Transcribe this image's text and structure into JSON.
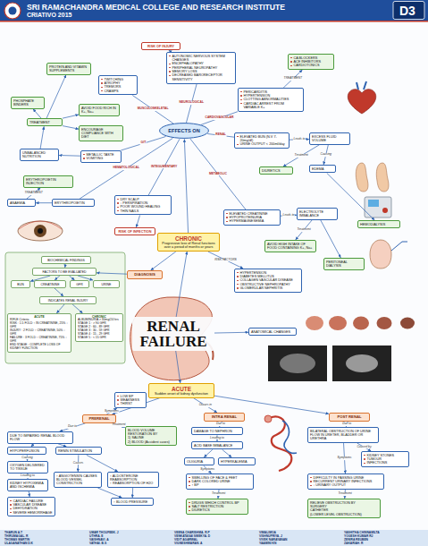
{
  "diagram": {
    "title": "SRI RAMACHANDRA MEDICAL COLLEGE AND RESEARCH INSTITUTE",
    "nodes": [
      {
        "text": [
          "EFFECTS ON"
        ]
      },
      {
        "text": [
          "RISK OF INJURY"
        ]
      },
      {
        "text": [
          "AUTONOMIC NERVOUS SYSTEM CHANGES",
          "ENCEPHALOPATHY",
          "PERIPHERAL NEUROPATHY",
          "MEMORY LOSS",
          "DECREASED BARORECEPTOR SENSITIVITY"
        ]
      },
      {
        "text": [
          "TWITCHING",
          "ATROPHY",
          "TREMORS",
          "CRAMPS"
        ]
      },
      {
        "text": [
          "PROTEIN AND VITAMIN SUPPLEMENTS"
        ]
      },
      {
        "text": [
          "PHOSPHATE BINDERS"
        ]
      },
      {
        "text": [
          "TREATMENT"
        ]
      },
      {
        "text": [
          "AVOID FOOD RICH IN K+, Na+"
        ]
      },
      {
        "text": [
          "ENCOURAGE COMPLIANCE WITH DIET"
        ]
      },
      {
        "text": [
          "UNBALANCED NUTRITION"
        ]
      },
      {
        "text": [
          "METALLIC TASTE",
          "VOMITING"
        ]
      },
      {
        "text": [
          "ERYTHROPOIETIN INJECTION"
        ]
      },
      {
        "text": [
          "ANAEMIA"
        ]
      },
      {
        "text": [
          "ERYTHROPOIETIN"
        ]
      },
      {
        "text": [
          "DRY SCALP",
          "↓ PERSPIRATION",
          "POOR WOUND HEALING",
          "THIN NAILS"
        ]
      },
      {
        "text": [
          "RISK OF INFECTION"
        ]
      },
      {
        "text": [
          "PERICARDITIS",
          "HYPERTENSION",
          "CLOTTING ABNORMALITIES",
          "CARDIAC ARREST FROM VARIABLE K+"
        ]
      },
      {
        "text": [
          "CA BLOCKERS",
          "ACE INHIBITORS",
          "CARDIOTONICS"
        ]
      },
      {
        "text": [
          "ELEVATED BUN (N.V 7-20mg/dl)",
          "URINE OUTPUT < 200ml/day"
        ]
      },
      {
        "text": [
          "EXCESS FLUID VOLUME"
        ]
      },
      {
        "text": [
          "EDEMA"
        ]
      },
      {
        "text": [
          "DIURETICS"
        ]
      },
      {
        "text": [
          "HEMODIALYSIS"
        ]
      },
      {
        "text": [
          "ELEVATED CREATININE",
          "HYPOPROTEINURIA",
          "HYPERMAGNESEMIA"
        ]
      },
      {
        "text": [
          "ELECTROLYTE IMBALANCE"
        ]
      },
      {
        "text": [
          "AVOID HIGH INTAKE OF FOOD CONTAINING K+, Na+"
        ]
      },
      {
        "text": [
          "PERITONEAL DIALYSIS"
        ]
      },
      {
        "text": [
          "CHRONIC",
          "Progressive loss of Renal functions over a period of months or years"
        ]
      },
      {
        "text": [
          "HYPERTENSION",
          "DIABETES MELLITUS",
          "COLLAGEN VASCULAR DISEASE",
          "OBSTRUCTIVE NEPHROPATHY",
          "GLOMERULAR NEPHRITIS"
        ]
      },
      {
        "text": [
          "DIAGNOSIS"
        ]
      },
      {
        "text": [
          "BIOCHEMICAL FINDINGS"
        ]
      },
      {
        "text": [
          "FACTORS TO BE EVALUATED"
        ]
      },
      {
        "text": [
          "BUN"
        ]
      },
      {
        "text": [
          "CREATININE"
        ]
      },
      {
        "text": [
          "GFR"
        ]
      },
      {
        "text": [
          "URINE"
        ]
      },
      {
        "text": [
          "INDICATES RENAL INJURY"
        ]
      },
      {
        "text": [
          "ACUTE",
          "RIFLE Criteria",
          "RISK : 1.5 FOLD ↑ IN CREATININE, 25% ↓ GFR",
          "INJURY : 2 FOLD ↑ CREATININE, 50% ↓ GFR",
          "FAILURE : 3 FOLD ↑ CREATININE, 75% ↓ GFR",
          "END STAGE : COMPLETE LOSS OF KIDNEY FUNCTION"
        ]
      },
      {
        "text": [
          "CHRONIC",
          "ALBUMINURIA > 30mg/24 hrs",
          "STAGE 1 : > 90 GFR",
          "STAGE 2 : 60 - 89 GFR",
          "STAGE 3 : 30 - 59 GFR",
          "STAGE 4 : 15 - 29 GFR",
          "STAGE 5 : < 15 GFR"
        ]
      },
      {
        "text": [
          "RENAL FAILURE"
        ]
      },
      {
        "text": [
          "ANATOMICAL CHANGES"
        ]
      },
      {
        "text": [
          "ACUTE",
          "Sudden onset of kidney dysfunction"
        ]
      },
      {
        "text": [
          "PRERENAL"
        ]
      },
      {
        "text": [
          "LOW BP",
          "WEAKNESS",
          "THIRST"
        ]
      },
      {
        "text": [
          "DUE TO IMPAIRED RENAL BLOOD FLOW"
        ]
      },
      {
        "text": [
          "HYPOPERFUSION"
        ]
      },
      {
        "text": [
          "RENIN STIMULATION"
        ]
      },
      {
        "text": [
          "BLOOD VOLUME RESTORATION BY",
          "1) SALINE",
          "2) BLOOD (Accident cases)"
        ]
      },
      {
        "text": [
          "OXYGEN DELIVERED TO TISSUE"
        ]
      },
      {
        "text": [
          "↑ ANGIOTENSIN CAUSES BLOOD VESSEL CONSTRICTION"
        ]
      },
      {
        "text": [
          "↑ ALDOSTERONE REABSORPTION",
          "↑ REABSORPTION OF H2O"
        ]
      },
      {
        "text": [
          "KIDNEY HYPOXEMIA AND ISCHEMIA"
        ]
      },
      {
        "text": [
          "↑ BLOOD PRESSURE"
        ]
      },
      {
        "text": [
          "CARDIAC FAILURE",
          "VASCULAR DISEASE",
          "DEHYDRATION",
          "SEVERE HEMORRHAGE"
        ]
      },
      {
        "text": [
          "INTRA RENAL"
        ]
      },
      {
        "text": [
          "DAMAGE TO NEPHRON"
        ]
      },
      {
        "text": [
          "ACID BASE IMBALANCE"
        ]
      },
      {
        "text": [
          "OLIGURIA"
        ]
      },
      {
        "text": [
          "HYPERKALEMIA"
        ]
      },
      {
        "text": [
          "SWELLING OF FACE & FEET",
          "DARK COLORED URINE",
          "↑ BP"
        ]
      },
      {
        "text": [
          "DRUGS WHICH CONTROL BP",
          "SALT RESTRICTION",
          "DIURETICS"
        ]
      },
      {
        "text": [
          "POST RENAL"
        ]
      },
      {
        "text": [
          "BILATERAL OBSTRUCTION OF URINE FLOW IN URETER, BLADDER OR URETHRA"
        ]
      },
      {
        "text": [
          "KIDNEY STONES",
          "TUMOUR",
          "INFECTIONS"
        ]
      },
      {
        "text": [
          "DIFFICULTY IN PASSING URINE",
          "RECURRENT URINARY INFECTIONS",
          "↓ URINARY OUTPUT"
        ]
      },
      {
        "text": [
          "RELIEVE OBSTRUCTION BY",
          "SURGERY",
          "CATHETER",
          "(LOWER LEVEL OBSTRUCTION)"
        ]
      }
    ],
    "edges": [
      {
        "from": 0,
        "to": 2,
        "arrow": "none",
        "label": "NEUROLOGICAL"
      },
      {
        "from": 2,
        "to": 1,
        "arrow": "to"
      },
      {
        "from": 0,
        "to": 3,
        "arrow": "none",
        "label": "MUSCULOSKELETAL"
      },
      {
        "from": 0,
        "to": 16,
        "arrow": "none",
        "label": "CARDIOVASCULAR"
      },
      {
        "from": 16,
        "to": 17,
        "arrow": "to",
        "label": "TREATMENT"
      },
      {
        "from": 0,
        "to": 10,
        "arrow": "none",
        "label": "GIT"
      },
      {
        "from": 10,
        "to": 9,
        "arrow": "to"
      },
      {
        "from": 9,
        "to": 6,
        "arrow": "to"
      },
      {
        "from": 6,
        "to": 4,
        "arrow": "to"
      },
      {
        "from": 6,
        "to": 5,
        "arrow": "to"
      },
      {
        "from": 6,
        "to": 7,
        "arrow": "to"
      },
      {
        "from": 6,
        "to": 8,
        "arrow": "to"
      },
      {
        "from": 0,
        "to": 13,
        "arrow": "none",
        "label": "HEMATOLOGICAL"
      },
      {
        "from": 13,
        "to": 12,
        "arrow": "to"
      },
      {
        "from": 12,
        "to": 11,
        "arrow": "to",
        "label": "TREATMENT"
      },
      {
        "from": 0,
        "to": 14,
        "arrow": "none",
        "label": "INTEGUMENTARY"
      },
      {
        "from": 14,
        "to": 15,
        "arrow": "to"
      },
      {
        "from": 0,
        "to": 18,
        "arrow": "none",
        "label": "RENAL"
      },
      {
        "from": 18,
        "to": 19,
        "arrow": "to",
        "label": "Leads to"
      },
      {
        "from": 19,
        "to": 20,
        "arrow": "to",
        "label": "Causing"
      },
      {
        "from": 19,
        "to": 21,
        "arrow": "to",
        "label": "Treatment"
      },
      {
        "from": 20,
        "to": 22,
        "arrow": "to"
      },
      {
        "from": 0,
        "to": 23,
        "arrow": "none",
        "label": "METABOLIC"
      },
      {
        "from": 23,
        "to": 24,
        "arrow": "to",
        "label": "Leads to"
      },
      {
        "from": 24,
        "to": 25,
        "arrow": "to",
        "label": "Treatment"
      },
      {
        "from": 24,
        "to": 26,
        "arrow": "to"
      },
      {
        "from": 27,
        "to": 0,
        "arrow": "to"
      },
      {
        "from": 27,
        "to": 28,
        "arrow": "to",
        "label": "RISK FACTORS"
      },
      {
        "from": 27,
        "to": 29,
        "arrow": "to"
      },
      {
        "from": 29,
        "to": 31,
        "arrow": "to"
      },
      {
        "from": 30,
        "to": 31,
        "arrow": "to"
      },
      {
        "from": 31,
        "to": 32,
        "arrow": "to"
      },
      {
        "from": 31,
        "to": 33,
        "arrow": "to"
      },
      {
        "from": 31,
        "to": 34,
        "arrow": "to"
      },
      {
        "from": 31,
        "to": 35,
        "arrow": "to"
      },
      {
        "from": 33,
        "to": 36,
        "arrow": "to"
      },
      {
        "from": 36,
        "to": 37,
        "arrow": "to"
      },
      {
        "from": 36,
        "to": 38,
        "arrow": "to"
      },
      {
        "from": 39,
        "to": 27,
        "arrow": "to"
      },
      {
        "from": 39,
        "to": 41,
        "arrow": "to"
      },
      {
        "from": 39,
        "to": 40,
        "arrow": "to"
      },
      {
        "from": 41,
        "to": 42,
        "arrow": "to"
      },
      {
        "from": 41,
        "to": 54,
        "arrow": "to",
        "label": "Occurs in"
      },
      {
        "from": 41,
        "to": 61,
        "arrow": "to"
      },
      {
        "from": 42,
        "to": 43,
        "arrow": "to",
        "label": "Symptoms"
      },
      {
        "from": 42,
        "to": 44,
        "arrow": "to",
        "label": "Due to"
      },
      {
        "from": 42,
        "to": 47,
        "arrow": "to",
        "label": "Treatment"
      },
      {
        "from": 44,
        "to": 45,
        "arrow": "to"
      },
      {
        "from": 44,
        "to": 46,
        "arrow": "to"
      },
      {
        "from": 45,
        "to": 48,
        "arrow": "to",
        "label": "Causing"
      },
      {
        "from": 48,
        "to": 51,
        "arrow": "to",
        "label": "Leading to"
      },
      {
        "from": 51,
        "to": 53,
        "arrow": "to"
      },
      {
        "from": 46,
        "to": 49,
        "arrow": "to",
        "label": "Causes"
      },
      {
        "from": 46,
        "to": 50,
        "arrow": "to"
      },
      {
        "from": 49,
        "to": 52,
        "arrow": "to"
      },
      {
        "from": 50,
        "to": 52,
        "arrow": "to"
      },
      {
        "from": 54,
        "to": 55,
        "arrow": "to",
        "label": "Due to"
      },
      {
        "from": 55,
        "to": 56,
        "arrow": "to",
        "label": "Leading to"
      },
      {
        "from": 56,
        "to": 57,
        "arrow": "to"
      },
      {
        "from": 56,
        "to": 58,
        "arrow": "to"
      },
      {
        "from": 57,
        "to": 59,
        "arrow": "to",
        "label": "Symptoms"
      },
      {
        "from": 59,
        "to": 60,
        "arrow": "to",
        "label": "Treatment"
      },
      {
        "from": 61,
        "to": 62,
        "arrow": "to",
        "label": "Due to"
      },
      {
        "from": 62,
        "to": 63,
        "arrow": "to",
        "label": "Caused by"
      },
      {
        "from": 62,
        "to": 64,
        "arrow": "to",
        "label": "Symptoms"
      },
      {
        "from": 64,
        "to": 65,
        "arrow": "to",
        "label": "Treatment"
      }
    ],
    "labels": [
      "CRIATIVO 2015",
      "D3",
      "THARUN A.T",
      "THIRUMAGAL. R",
      "THOMAS MARTIN",
      "ULAGANATHAN D.K",
      "UMAR THOUFEEK. J",
      "UTHRA. E",
      "VAISHNAVI. A",
      "VATHAI. B.S",
      "VEENA CHARISHMA. R.P",
      "VENKATASAI SWEKYA. D",
      "VIDIT AGARWAL",
      "VIGNESHWARAN. A",
      "VIMALIMOA",
      "VISHNUPRIYA. J",
      "VIVEK NARAYANAN",
      "YAAMINI KN",
      "YASHITHA CHINNAMILTA",
      "YOGESH KUMAR RJ",
      "ZENIRA REUBEN",
      "ZAKARIAH. R"
    ]
  }
}
